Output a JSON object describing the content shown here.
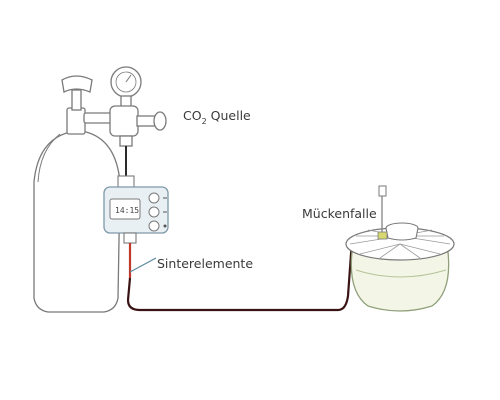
{
  "labels": {
    "co2_source_prefix": "CO",
    "co2_source_sub": "2",
    "co2_source_suffix": " Quelle",
    "mosquito_trap": "Mückenfalle",
    "sinter_elements": "Sinterelemente"
  },
  "timer_display": "14:15",
  "colors": {
    "outline": "#7a7a7a",
    "cylinder_fill": "#ffffff",
    "trap_fill": "#f3f6e6",
    "trap_outline": "#8fa07a",
    "hose": "#6b1f1f",
    "hose_red": "#c0392b",
    "pointer": "#5b8a9e",
    "timer_fill": "#e9f0f4",
    "timer_outline": "#7d99a8"
  }
}
